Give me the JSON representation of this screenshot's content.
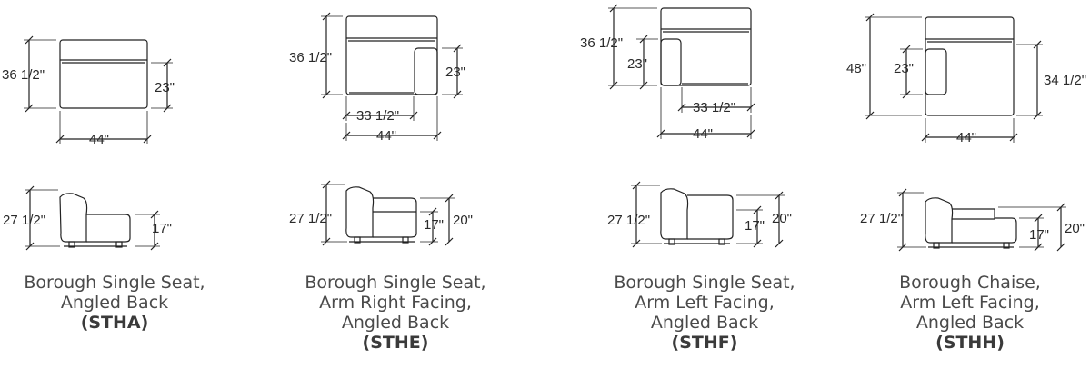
{
  "products": [
    {
      "name_lines": [
        "Borough Single Seat,",
        "Angled Back"
      ],
      "code": "(STHA)",
      "top_dims": {
        "depth": "36 1/2\"",
        "seat": "23\"",
        "width": "44\""
      },
      "side_dims": {
        "height": "27 1/2\"",
        "seat_height": "17\""
      }
    },
    {
      "name_lines": [
        "Borough Single Seat,",
        "Arm Right Facing,",
        "Angled Back"
      ],
      "code": "(STHE)",
      "top_dims": {
        "depth": "36 1/2\"",
        "seat": "23\"",
        "inner": "33 1/2\"",
        "width": "44\""
      },
      "side_dims": {
        "height": "27 1/2\"",
        "seat_height": "17\"",
        "arm_height": "20\""
      }
    },
    {
      "name_lines": [
        "Borough Single Seat,",
        "Arm Left Facing,",
        "Angled Back"
      ],
      "code": "(STHF)",
      "top_dims": {
        "depth": "36 1/2\"",
        "seat": "23\"",
        "inner": "33 1/2\"",
        "width": "44\""
      },
      "side_dims": {
        "height": "27 1/2\"",
        "seat_height": "17\"",
        "arm_height": "20\""
      }
    },
    {
      "name_lines": [
        "Borough Chaise,",
        "Arm Left Facing,",
        "Angled Back"
      ],
      "code": "(STHH)",
      "top_dims": {
        "depth": "48\"",
        "seat": "23\"",
        "seat_depth": "34 1/2\"",
        "width": "44\""
      },
      "side_dims": {
        "height": "27 1/2\"",
        "seat_height": "17\"",
        "arm_height": "20\""
      }
    }
  ]
}
